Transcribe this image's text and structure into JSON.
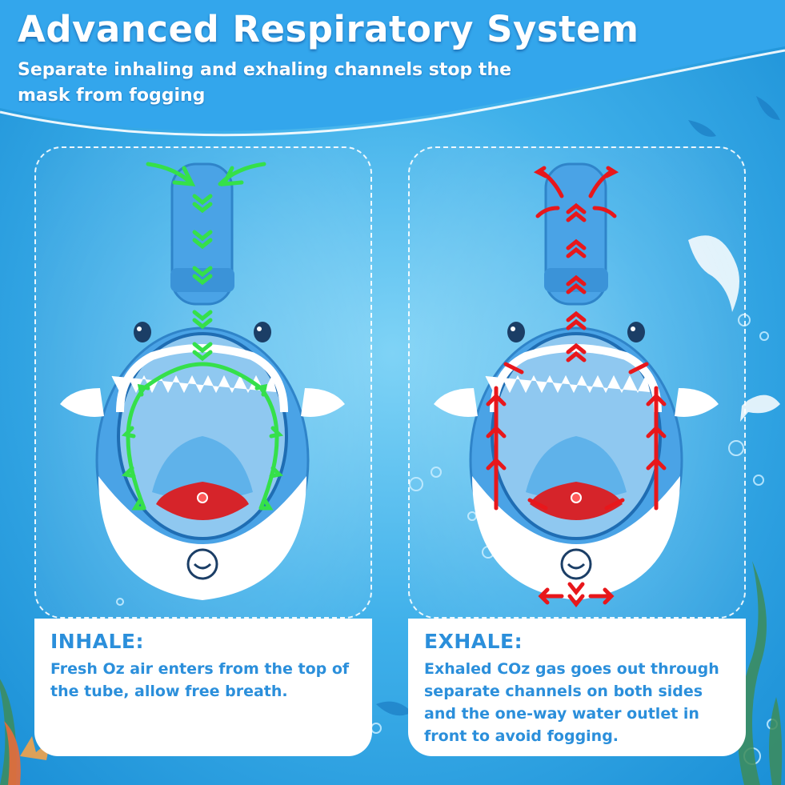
{
  "header": {
    "title": "Advanced Respiratory System",
    "subtitle": "Separate inhaling and exhaling channels stop the mask from fogging"
  },
  "panels": [
    {
      "heading": "INHALE:",
      "text": "Fresh Oz air enters from the top of the tube, allow free breath.",
      "arrow_color": "#35e04a"
    },
    {
      "heading": "EXHALE:",
      "text": "Exhaled COz gas goes out through separate channels on both sides and the one-way water outlet in front to avoid fogging.",
      "arrow_color": "#e8171b"
    }
  ],
  "colors": {
    "mask_blue": "#4aa3e6",
    "mask_white": "#ffffff",
    "mouth_red": "#d6242a",
    "text_blue": "#2b8fdb"
  }
}
